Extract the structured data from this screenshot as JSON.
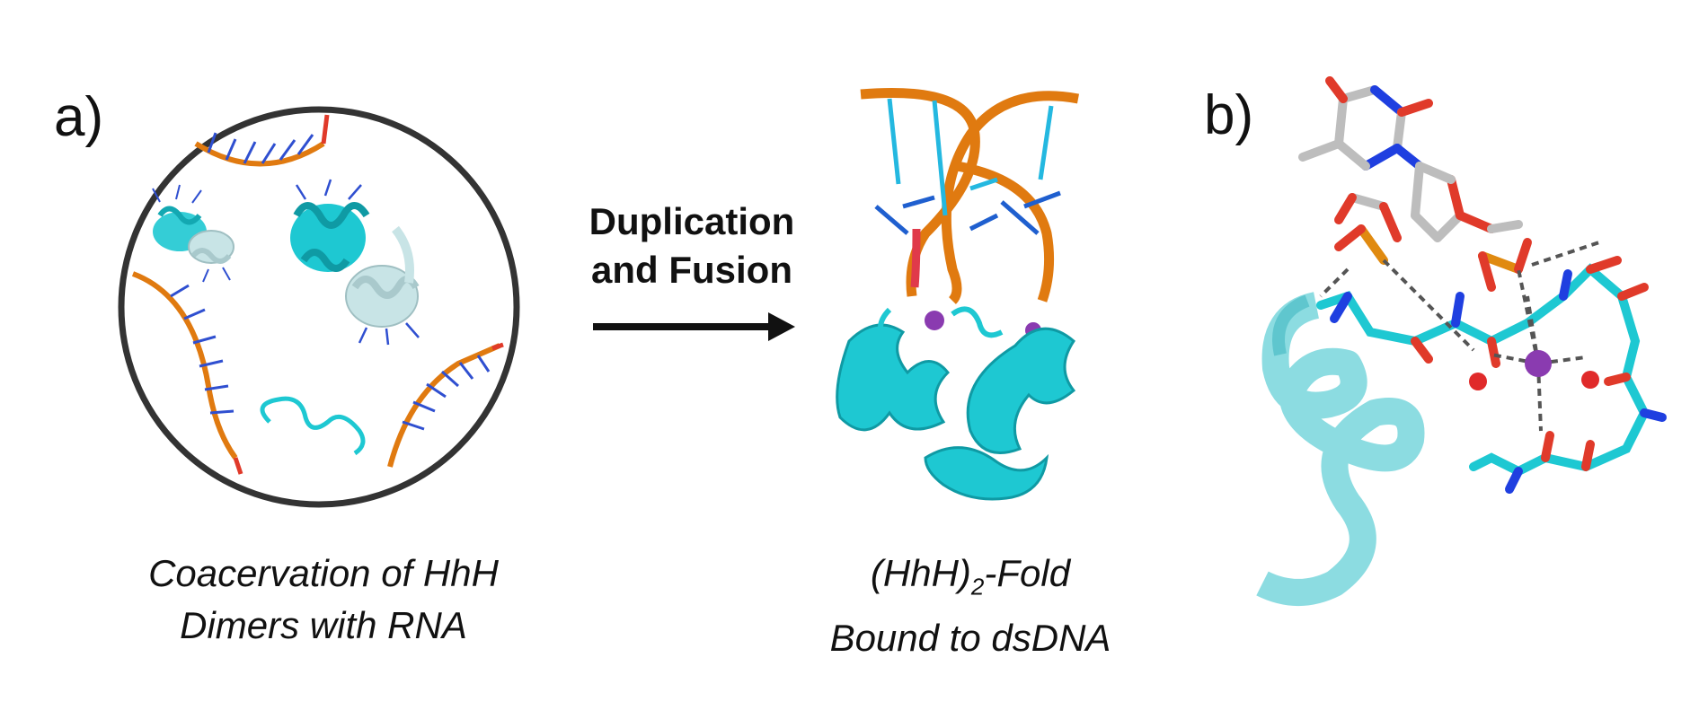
{
  "labels": {
    "panel_a": "a)",
    "panel_b": "b)"
  },
  "captions": {
    "left_line1": "Coacervation of HhH",
    "left_line2": "Dimers with RNA",
    "middle_line1_pre": "(HhH)",
    "middle_line1_sub": "2",
    "middle_line1_post": "-Fold",
    "middle_line2": "Bound to dsDNA"
  },
  "arrow": {
    "line1": "Duplication",
    "line2": "and Fusion"
  },
  "colors": {
    "protein": "#1ec8d2",
    "protein_light": "#c8e4e6",
    "nucleic_backbone": "#e07a10",
    "base_blue": "#1f5fcf",
    "base_cyan": "#24b8e0",
    "ion": "#8a3bb0",
    "water": "#e02a2a",
    "circle": "#333333"
  }
}
